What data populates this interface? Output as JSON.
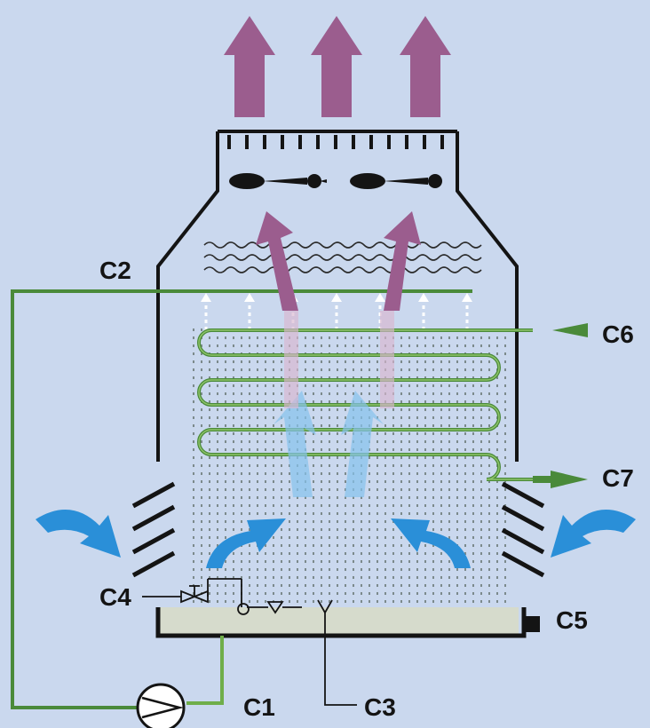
{
  "labels": {
    "c1": "C1",
    "c2": "C2",
    "c3": "C3",
    "c4": "C4",
    "c5": "C5",
    "c6": "C6",
    "c7": "C7"
  },
  "colors": {
    "background": "#cad8ee",
    "exhaust_arrow": "#9b5d8e",
    "air_inflow": "#2a8fd8",
    "water_line": "#4a8a3a",
    "pipe_line": "#6fae4a",
    "basin_water": "#d6dbcc",
    "tower_outline": "#141414"
  },
  "icons": {
    "fan": "fan-icon",
    "pump": "pump-icon",
    "valve": "valve-icon",
    "float_valve": "float-valve-icon",
    "spray": "spray-icon"
  }
}
